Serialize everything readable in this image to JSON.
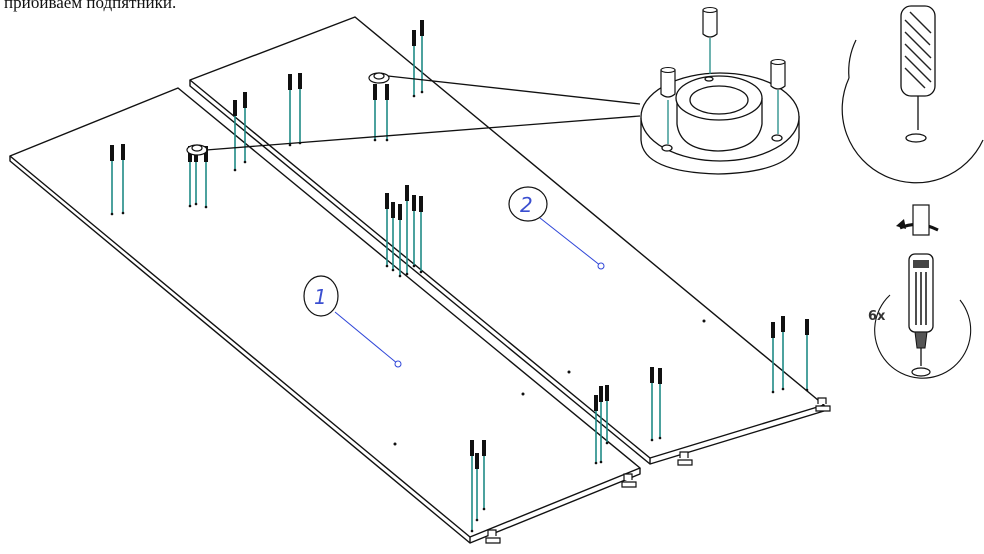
{
  "caption": "прибиваем подпятники.",
  "parts": [
    {
      "number": "1"
    },
    {
      "number": "2"
    }
  ],
  "count_label": "6x",
  "colors": {
    "panel_outline": "#111111",
    "nail": "#1f8a86",
    "nail_head": "#111111",
    "part_label": "#3b4fd0",
    "leader_line": "#2f46d8"
  },
  "icons": [
    "glider-foot-icon",
    "hammer-handle-icon",
    "screwdriver-icon",
    "rotate-arrow-icon"
  ]
}
